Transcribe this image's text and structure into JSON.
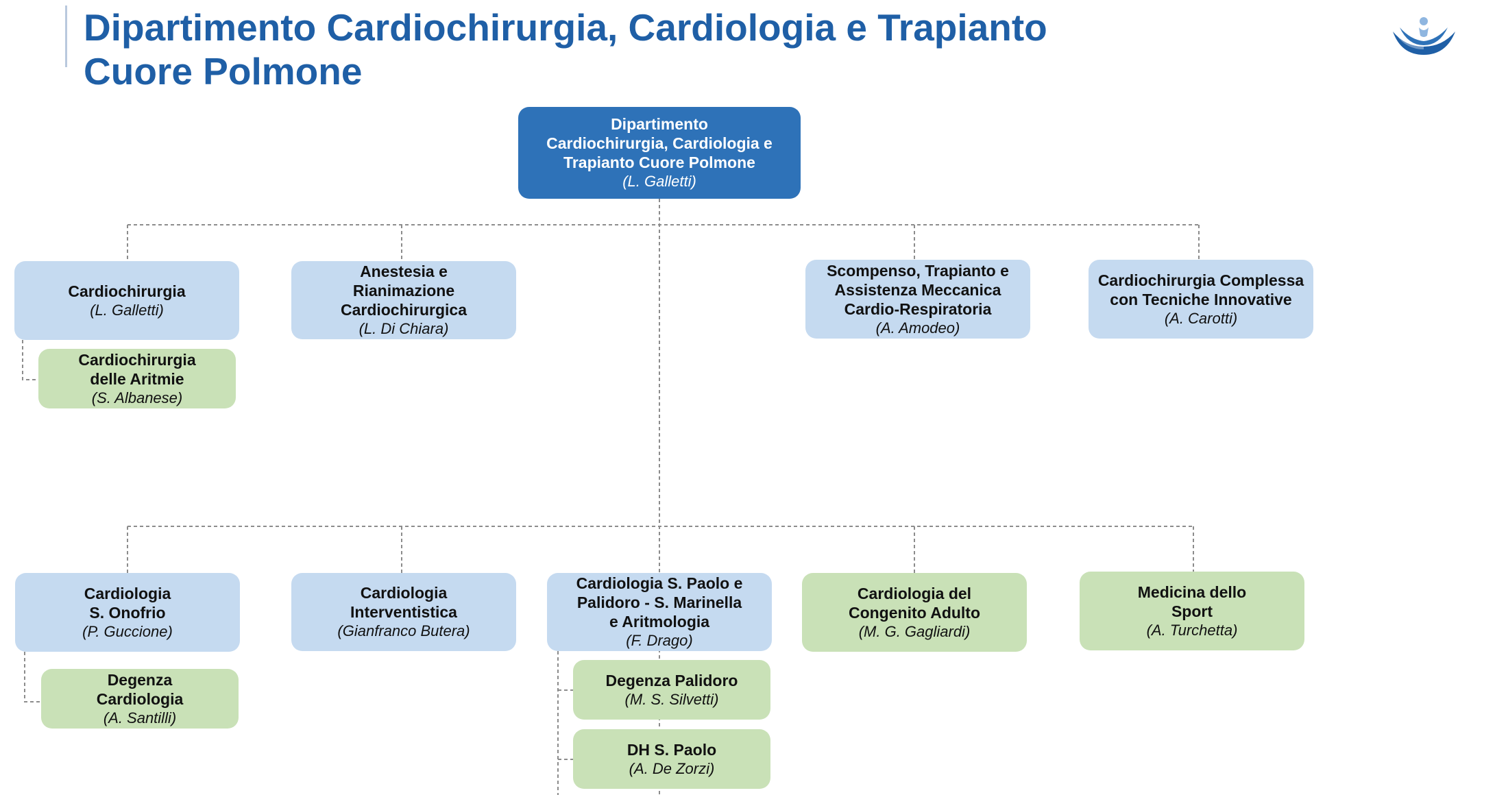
{
  "header": {
    "title_line1": "Dipartimento Cardiochirurgia, Cardiologia e Trapianto",
    "title_line2": "Cuore Polmone"
  },
  "colors": {
    "title": "#1f5fa6",
    "department_box": "#2e72b8",
    "unit_box_blue": "#c5daf0",
    "unit_box_green": "#c9e1b7",
    "connector": "#8c8c8c"
  },
  "logo": {
    "icon": "hands-holding-person-logo"
  },
  "department": {
    "name": "Dipartimento\nCardiochirurgia, Cardiologia e\nTrapianto Cuore Polmone",
    "head": "(L. Galletti)"
  },
  "row1": [
    {
      "name": "Cardiochirurgia",
      "head": "(L. Galletti)"
    },
    {
      "name": "Anestesia e\nRianimazione\nCardiochirurgica",
      "head": "(L. Di Chiara)"
    },
    {
      "name": "Scompenso, Trapianto e\nAssistenza Meccanica\nCardio-Respiratoria",
      "head": "(A. Amodeo)"
    },
    {
      "name": "Cardiochirurgia Complessa\ncon Tecniche Innovative",
      "head": "(A. Carotti)"
    }
  ],
  "row1_sub": [
    {
      "name": "Cardiochirurgia\ndelle Aritmie",
      "head": "(S. Albanese)"
    }
  ],
  "row2": [
    {
      "name": "Cardiologia\nS. Onofrio",
      "head": "(P. Guccione)"
    },
    {
      "name": "Cardiologia\nInterventistica",
      "head": "(Gianfranco Butera)"
    },
    {
      "name": "Cardiologia S. Paolo e\nPalidoro - S. Marinella\ne Aritmologia",
      "head": "(F. Drago)"
    },
    {
      "name": "Cardiologia del\nCongenito Adulto",
      "head": "(M. G. Gagliardi)"
    },
    {
      "name": "Medicina dello\nSport",
      "head": "(A. Turchetta)"
    }
  ],
  "row2_sub": [
    {
      "name": "Degenza\nCardiologia",
      "head": "(A. Santilli)"
    },
    {
      "name": "Degenza Palidoro",
      "head": "(M. S. Silvetti)"
    },
    {
      "name": "DH S. Paolo",
      "head": "(A. De Zorzi)"
    }
  ]
}
